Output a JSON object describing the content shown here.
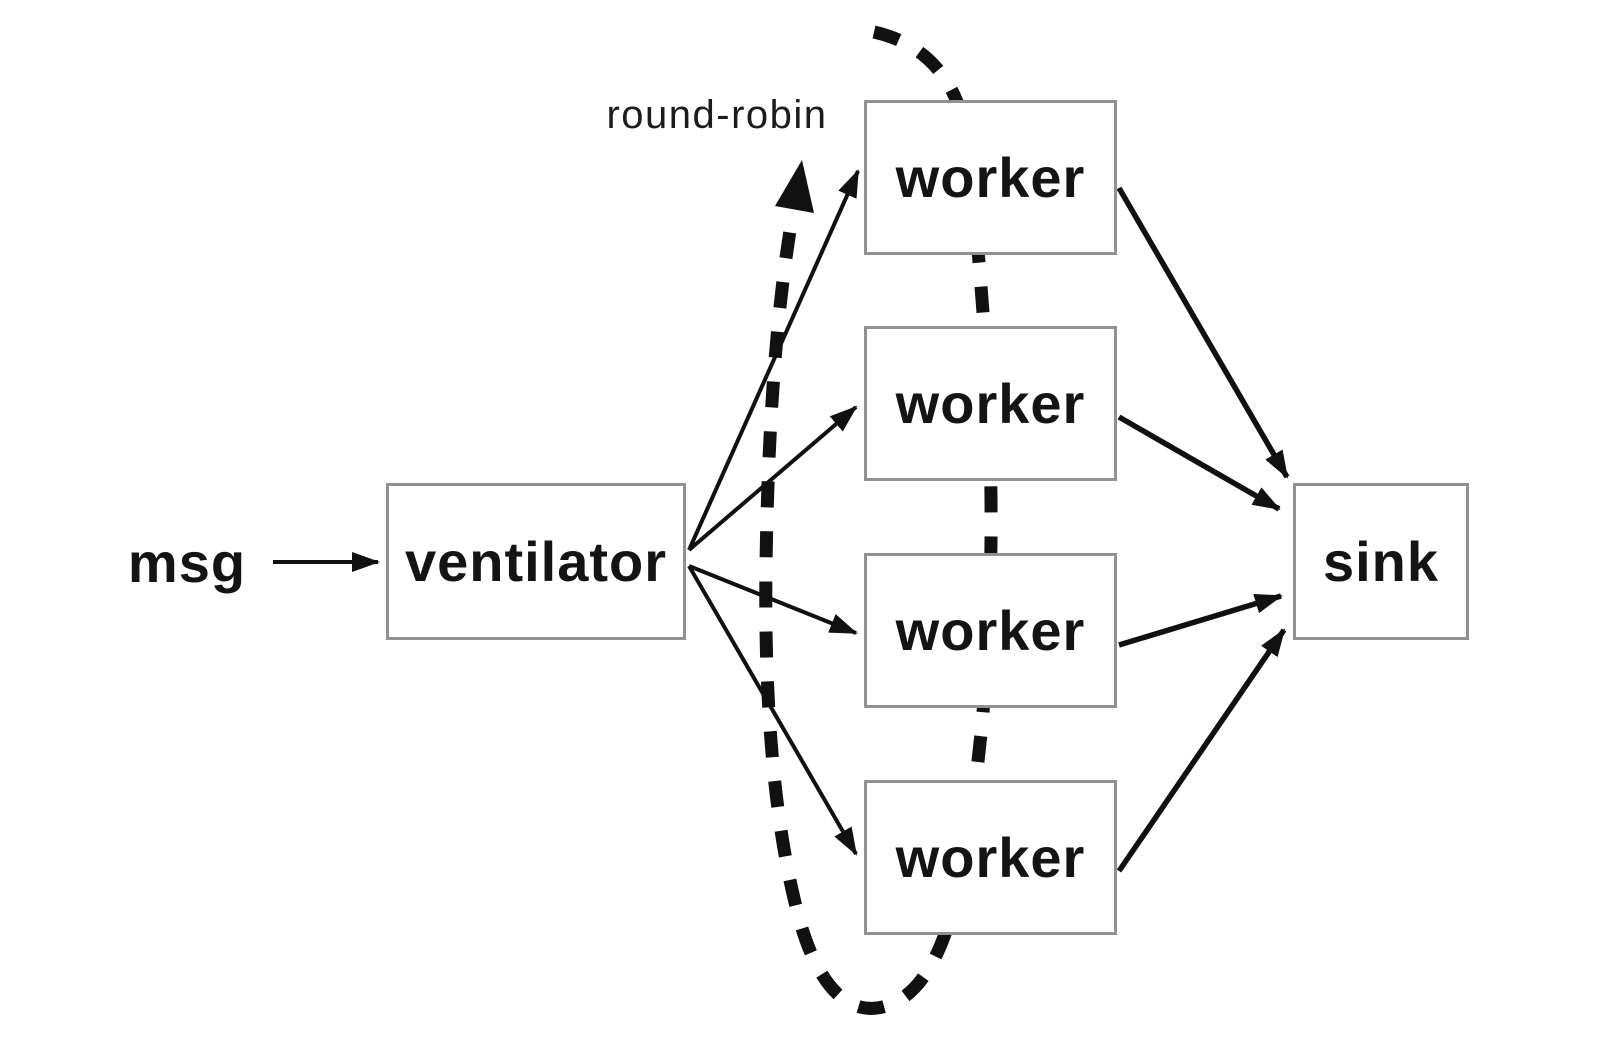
{
  "diagram": {
    "loop_label": "round-robin",
    "nodes": {
      "msg": {
        "label": "msg",
        "shape": "text-only"
      },
      "ventilator": {
        "label": "ventilator",
        "shape": "rect"
      },
      "workers": [
        {
          "label": "worker",
          "shape": "rect"
        },
        {
          "label": "worker",
          "shape": "rect"
        },
        {
          "label": "worker",
          "shape": "rect"
        },
        {
          "label": "worker",
          "shape": "rect"
        }
      ],
      "sink": {
        "label": "sink",
        "shape": "rect"
      }
    },
    "edges": [
      {
        "from": "msg",
        "to": "ventilator",
        "style": "solid-arrow"
      },
      {
        "from": "ventilator",
        "to": "worker-1",
        "style": "solid-arrow"
      },
      {
        "from": "ventilator",
        "to": "worker-2",
        "style": "solid-arrow"
      },
      {
        "from": "ventilator",
        "to": "worker-3",
        "style": "solid-arrow"
      },
      {
        "from": "ventilator",
        "to": "worker-4",
        "style": "solid-arrow"
      },
      {
        "from": "worker-1",
        "to": "sink",
        "style": "solid-arrow"
      },
      {
        "from": "worker-2",
        "to": "sink",
        "style": "solid-arrow"
      },
      {
        "from": "worker-3",
        "to": "sink",
        "style": "solid-arrow"
      },
      {
        "from": "worker-4",
        "to": "sink",
        "style": "solid-arrow"
      },
      {
        "from": "worker-column",
        "to": "round-robin-loop",
        "style": "dashed-arrow",
        "label": "round-robin"
      }
    ],
    "colors": {
      "background": "#ffffff",
      "box_border": "#8f9194",
      "box_fill": "#ffffff",
      "text": "#141414",
      "arrow": "#111111"
    }
  }
}
